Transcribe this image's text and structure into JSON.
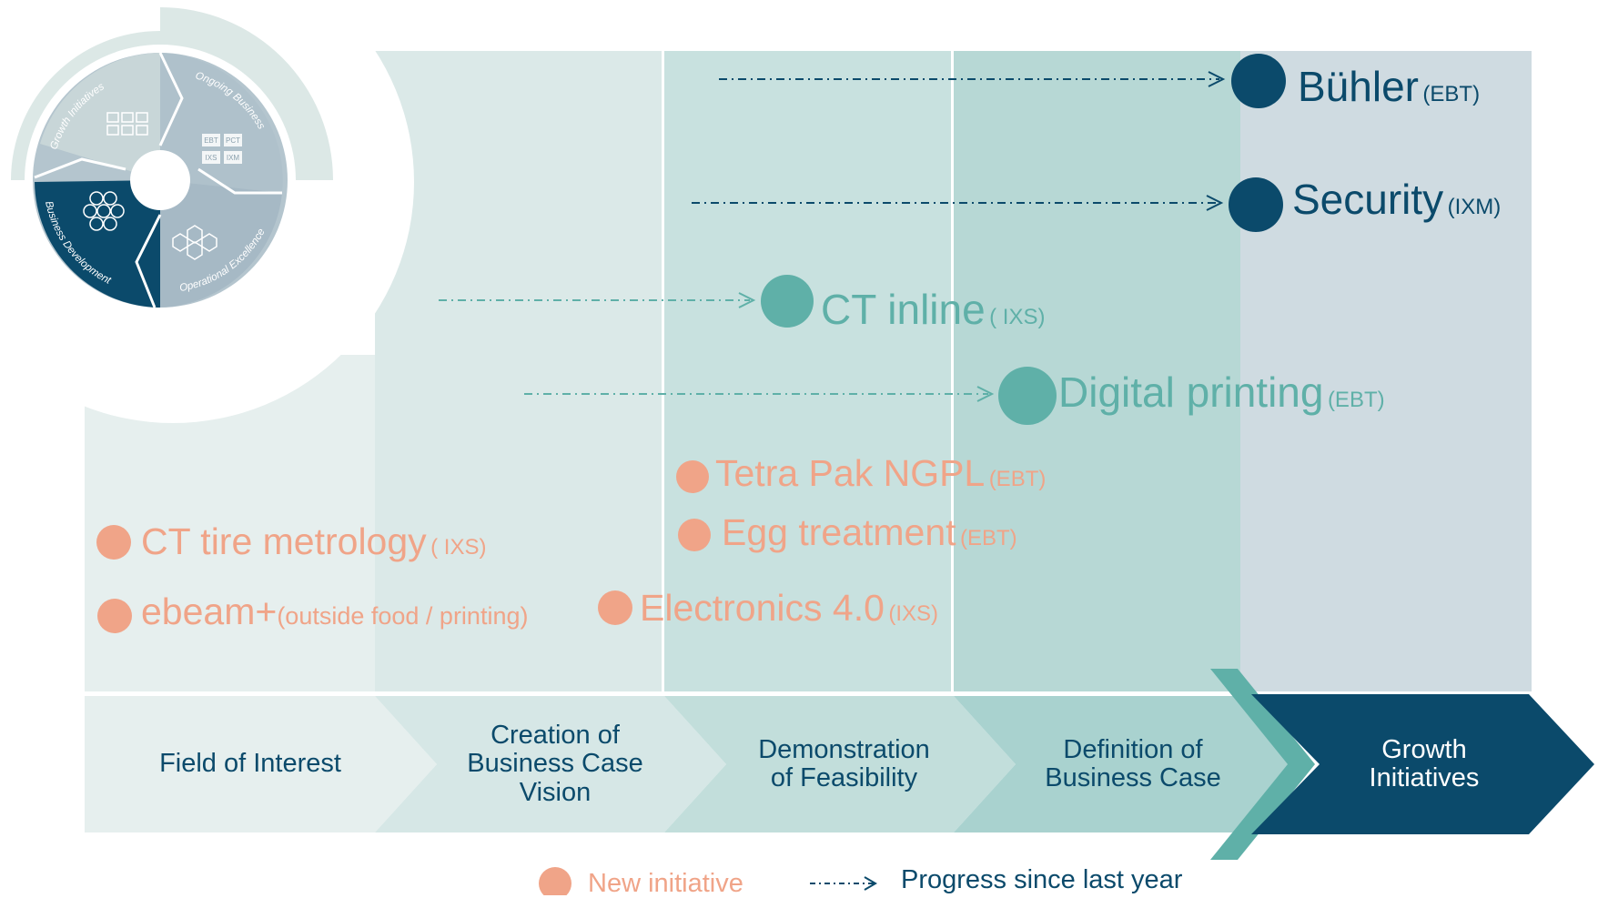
{
  "colors": {
    "navy": "#0b4a6b",
    "teal": "#5fb0a8",
    "orange": "#f0a488",
    "bg_field": "#e6efee",
    "bg_creation": "#dbe9e8",
    "bg_demo": "#c8e1df",
    "bg_definition": "#b7d8d5",
    "bg_growth": "#cfdbe1"
  },
  "stages": [
    {
      "label": "Field of Interest"
    },
    {
      "label": "Creation of\nBusiness Case\nVision"
    },
    {
      "label": "Demonstration\nof Feasibility"
    },
    {
      "label": "Definition of\nBusiness Case"
    },
    {
      "label": "Growth\nInitiatives"
    }
  ],
  "initiatives": {
    "buhler": {
      "name": "Bühler",
      "tag": "(EBT)"
    },
    "security": {
      "name": "Security",
      "tag": "(IXM)"
    },
    "ct_inline": {
      "name": "CT inline",
      "tag": "( IXS)"
    },
    "digital_printing": {
      "name": "Digital printing",
      "tag": "(EBT)"
    },
    "tetra_pak": {
      "name": "Tetra Pak NGPL",
      "tag": "(EBT)"
    },
    "egg": {
      "name": "Egg treatment",
      "tag": "(EBT)"
    },
    "ct_tire": {
      "name": "CT tire metrology",
      "tag": "( IXS)"
    },
    "ebeam": {
      "name": "ebeam+",
      "tag": "(outside food / printing)"
    },
    "electronics": {
      "name": "Electronics 4.0",
      "tag": "(IXS)"
    }
  },
  "wheel": {
    "segments": [
      "Growth Initiatives",
      "Ongoing Business",
      "Operational Excellence",
      "Business Development"
    ],
    "unit_codes": [
      "EBT",
      "PCT",
      "IXS",
      "IXM"
    ]
  },
  "legend": {
    "new_initiative": "New initiative",
    "progress": "Progress since last year"
  }
}
